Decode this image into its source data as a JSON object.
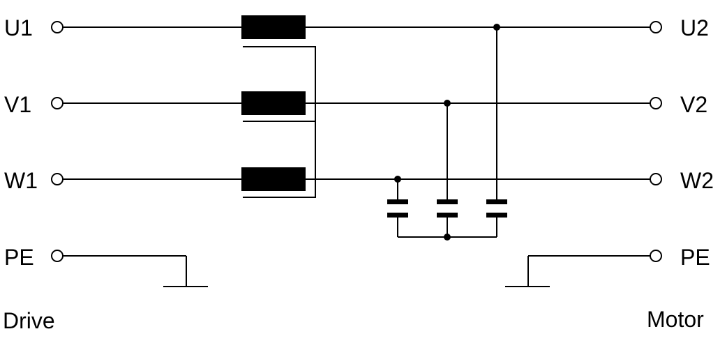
{
  "drive": {
    "terminals": [
      "U1",
      "V1",
      "W1",
      "PE"
    ],
    "caption": "Drive"
  },
  "motor": {
    "terminals": [
      "U2",
      "V2",
      "W2",
      "PE"
    ],
    "caption": "Motor"
  }
}
